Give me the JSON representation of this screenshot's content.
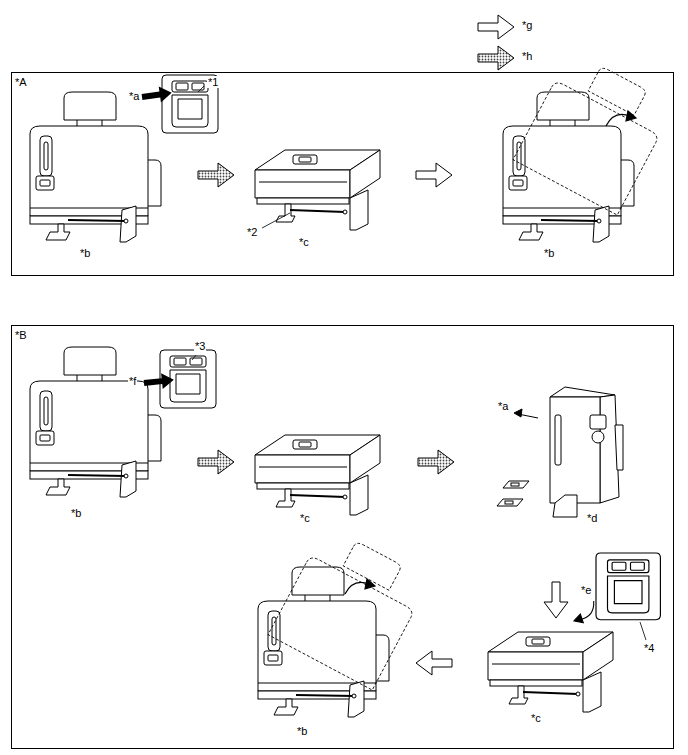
{
  "diagram": {
    "nodes": [
      {
        "text": [
          "*A"
        ]
      },
      {
        "text": [
          "*B"
        ]
      }
    ],
    "labels": [
      "*a",
      "*1",
      "*b",
      "*2",
      "*c",
      "*b",
      "*3",
      "*f",
      "*b",
      "*c",
      "*a",
      "*d",
      "*e",
      "*4",
      "*c",
      "*b"
    ],
    "legend": [
      {
        "text": "*g"
      },
      {
        "text": "*h"
      }
    ]
  }
}
